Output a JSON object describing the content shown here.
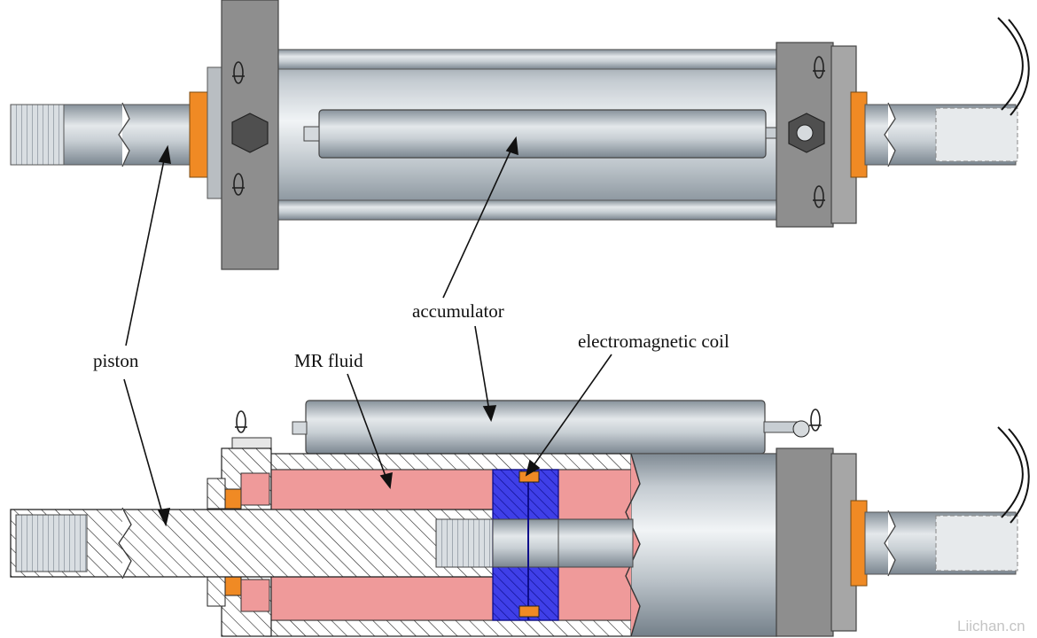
{
  "labels": {
    "piston": "piston",
    "mr_fluid": "MR fluid",
    "accumulator": "accumulator",
    "electromagnetic_coil": "electromagnetic coil"
  },
  "watermark": "Liichan.cn",
  "colors": {
    "mr_fluid": "#ef9a9a",
    "coil": "#3f3fe8",
    "seal": "#f08a24",
    "flange": "#8e8e8e",
    "background": "#ffffff"
  }
}
